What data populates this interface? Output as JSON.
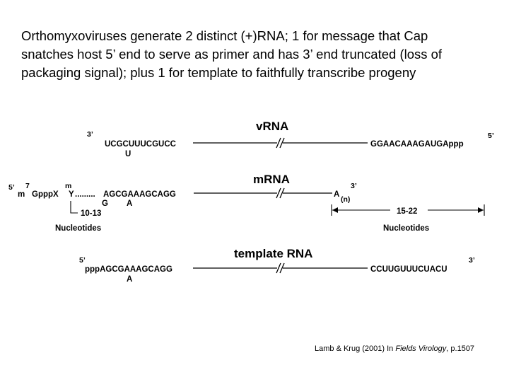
{
  "heading": {
    "line1": "Orthomyxoviruses generate 2 distinct (+)RNA; 1 for message that Cap",
    "line2": "snatches host 5’ end to serve as primer and has 3’ end truncated (loss of",
    "line3": "packaging signal); plus 1 for template to faithfully transcribe progeny"
  },
  "vrna": {
    "title": "vRNA",
    "end_left": "3’",
    "end_right": "5’",
    "seq_left": "UCGCUUUCGUCC",
    "seq_left_variant": "U",
    "seq_right": "GGAACAAAGAUGAppp"
  },
  "mrna": {
    "title": "mRNA",
    "end_left": "5’",
    "cap_superscript_7": "7",
    "cap_superscript_m": "m",
    "cap_m": "m",
    "cap": "GpppX",
    "y": "Y",
    "dots": ".........",
    "seq_left": "AGCGAAAGCAGG",
    "seq_left_variant_g": "G",
    "seq_left_variant_a": "A",
    "poly_a": "A",
    "poly_a_sub": "(n)",
    "end_right": "3’",
    "left_span_count": "10-13",
    "left_span_unit": "Nucleotides",
    "right_span_count": "15-22",
    "right_span_unit": "Nucleotides"
  },
  "template": {
    "title": "template RNA",
    "end_left": "5’",
    "seq_left": "pppAGCGAAAGCAGG",
    "seq_left_variant": "A",
    "seq_right": "CCUUGUUUCUACU",
    "end_right": "3’"
  },
  "citation": {
    "authors": "Lamb & Krug (2001)  In ",
    "journal": "Fields Virology",
    "page": ", p.1507"
  }
}
